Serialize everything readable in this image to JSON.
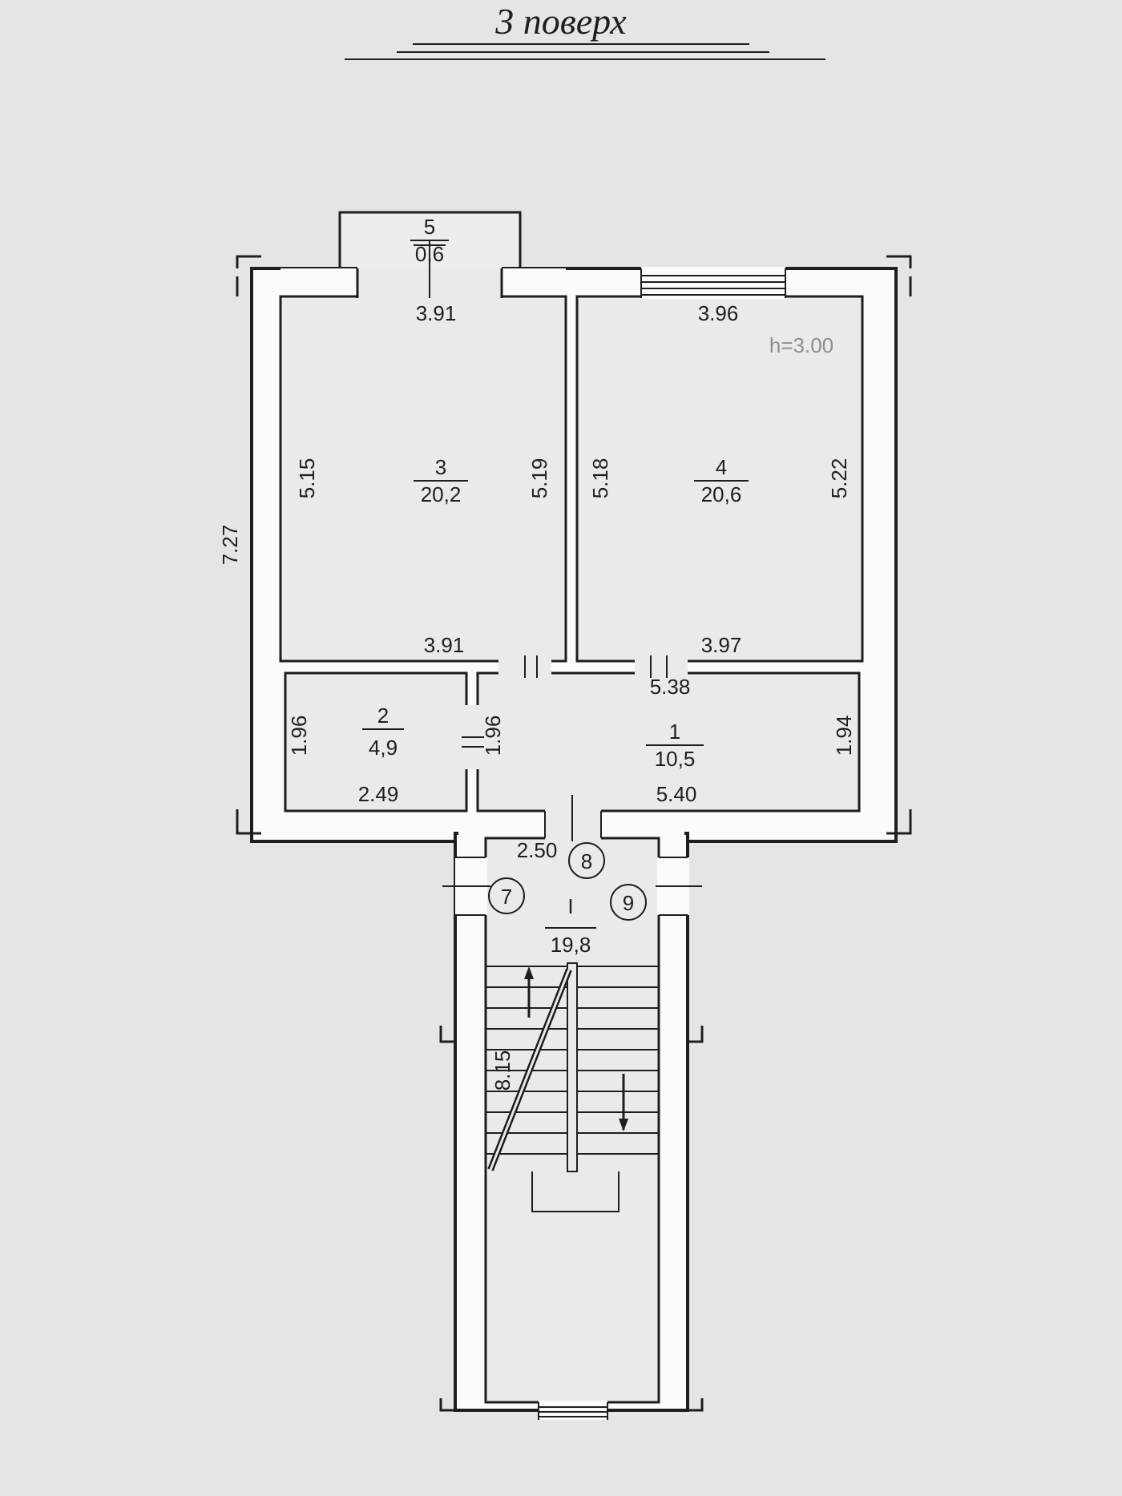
{
  "title": "3 поверх",
  "ceiling_height": "h=3.00",
  "rooms": [
    {
      "number": "1",
      "area": "10,5"
    },
    {
      "number": "2",
      "area": "4,9"
    },
    {
      "number": "3",
      "area": "20,2"
    },
    {
      "number": "4",
      "area": "20,6"
    },
    {
      "number": "5",
      "area": "0,6"
    },
    {
      "number": "I",
      "area": "19,8"
    }
  ],
  "dimensions": {
    "room3_top": "3.91",
    "room3_bottom": "3.91",
    "room3_left": "5.15",
    "room3_right": "5.19",
    "room4_top": "3.96",
    "room4_bottom": "3.97",
    "room4_left": "5.18",
    "room4_right": "5.22",
    "room1_top": "5.38",
    "room1_bottom": "5.40",
    "room1_left": "1.96",
    "room1_right": "1.94",
    "room2_left": "1.96",
    "room2_bottom": "2.49",
    "overall_left": "7.27",
    "stair_top": "2.50",
    "stair_side": "8.15"
  },
  "markers": [
    "7",
    "8",
    "9"
  ]
}
